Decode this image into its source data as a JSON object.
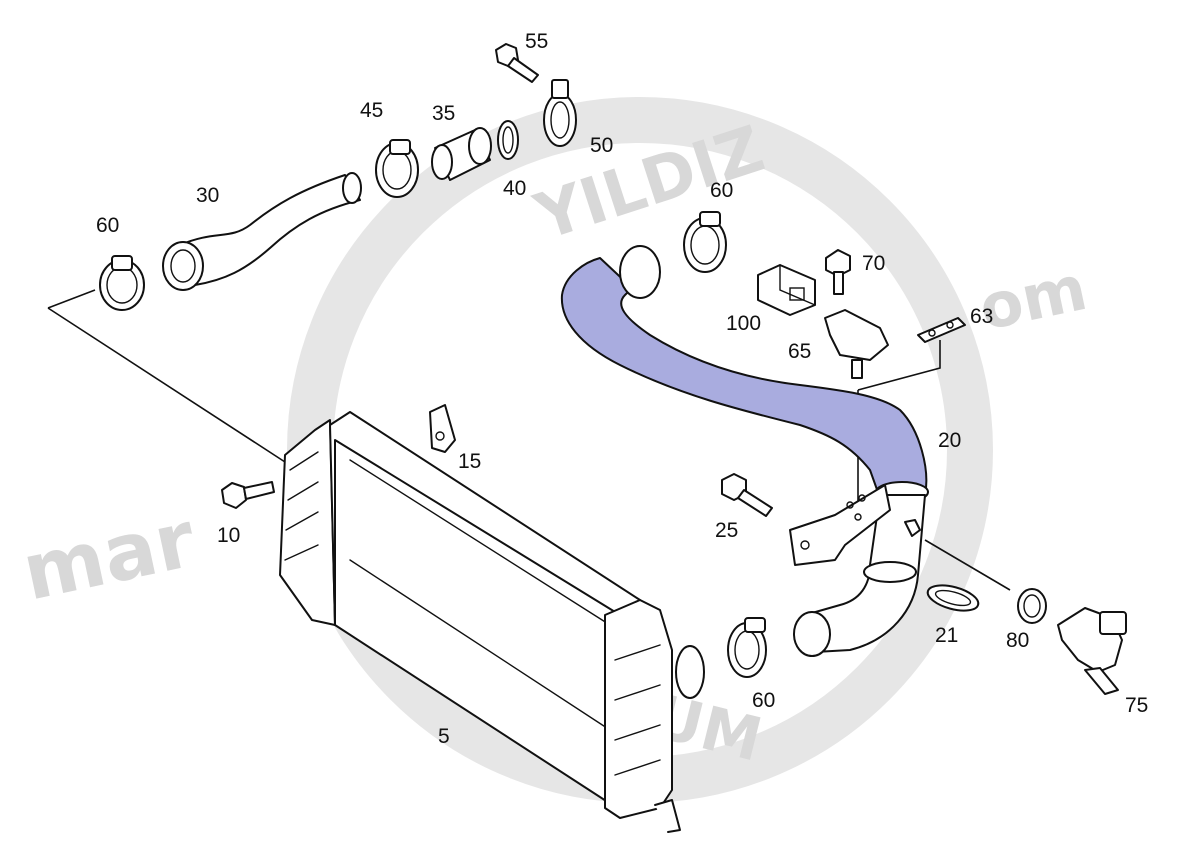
{
  "colors": {
    "highlight": "#a9acdf",
    "line": "#111111",
    "watermark": "#d8d8d8",
    "background": "#ffffff"
  },
  "watermark": {
    "brand_top": "YILDIZ",
    "brand_bottom": "HORTUM",
    "side_left": "mar",
    "side_right": "om"
  },
  "callouts": {
    "p5": "5",
    "p10": "10",
    "p15": "15",
    "p20": "20",
    "p21": "21",
    "p25": "25",
    "p30": "30",
    "p35": "35",
    "p40": "40",
    "p45": "45",
    "p50": "50",
    "p55": "55",
    "p60a": "60",
    "p60b": "60",
    "p60c": "60",
    "p63": "63",
    "p65": "65",
    "p70": "70",
    "p75": "75",
    "p80": "80",
    "p100": "100"
  }
}
